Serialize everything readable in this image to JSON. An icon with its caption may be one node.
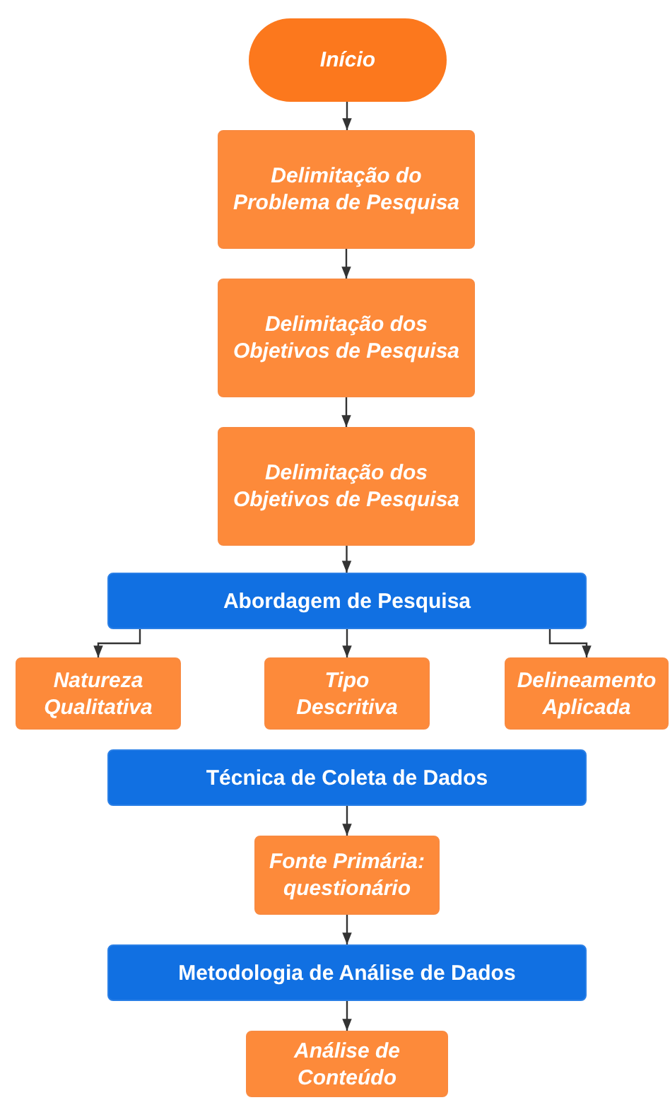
{
  "diagram": {
    "nodes": [
      {
        "text": [
          "Início"
        ]
      },
      {
        "text": [
          "Delimitação do Problema de Pesquisa"
        ]
      },
      {
        "text": [
          "Delimitação dos Objetivos de Pesquisa"
        ]
      },
      {
        "text": [
          "Delimitação dos Objetivos de Pesquisa"
        ]
      },
      {
        "text": [
          "Abordagem de Pesquisa"
        ]
      },
      {
        "text": [
          "Natureza Qualitativa"
        ]
      },
      {
        "text": [
          "Tipo Descritiva"
        ]
      },
      {
        "text": [
          "Delineamento Aplicada"
        ]
      },
      {
        "text": [
          "Técnica de Coleta de Dados"
        ]
      },
      {
        "text": [
          "Fonte Primária: questionário"
        ]
      },
      {
        "text": [
          "Metodologia de Análise de Dados"
        ]
      },
      {
        "text": [
          "Análise de Conteúdo"
        ]
      }
    ],
    "edges": [
      {
        "from": 0,
        "to": 1,
        "arrow": "to"
      },
      {
        "from": 1,
        "to": 2,
        "arrow": "to"
      },
      {
        "from": 2,
        "to": 3,
        "arrow": "to"
      },
      {
        "from": 3,
        "to": 4,
        "arrow": "to"
      },
      {
        "from": 4,
        "to": 5,
        "arrow": "to"
      },
      {
        "from": 4,
        "to": 6,
        "arrow": "to"
      },
      {
        "from": 4,
        "to": 7,
        "arrow": "to"
      },
      {
        "from": 8,
        "to": 9,
        "arrow": "to"
      },
      {
        "from": 9,
        "to": 10,
        "arrow": "to"
      },
      {
        "from": 10,
        "to": 11,
        "arrow": "to"
      }
    ]
  }
}
